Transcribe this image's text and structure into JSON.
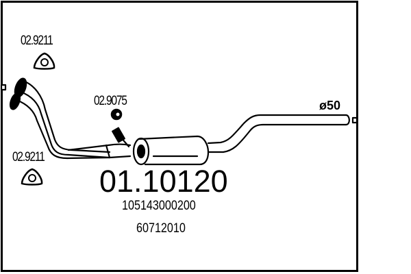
{
  "diagram": {
    "main_part_number": "01.10120",
    "oe_references": [
      "105143000200",
      "60712010"
    ],
    "pipe_diameter_label": "ø50",
    "gaskets": [
      {
        "label": "02.9211",
        "position": "top-left"
      },
      {
        "label": "02.9075",
        "position": "center"
      },
      {
        "label": "02.9211",
        "position": "bottom-left"
      }
    ],
    "colors": {
      "line": "#000000",
      "background": "#ffffff"
    }
  }
}
